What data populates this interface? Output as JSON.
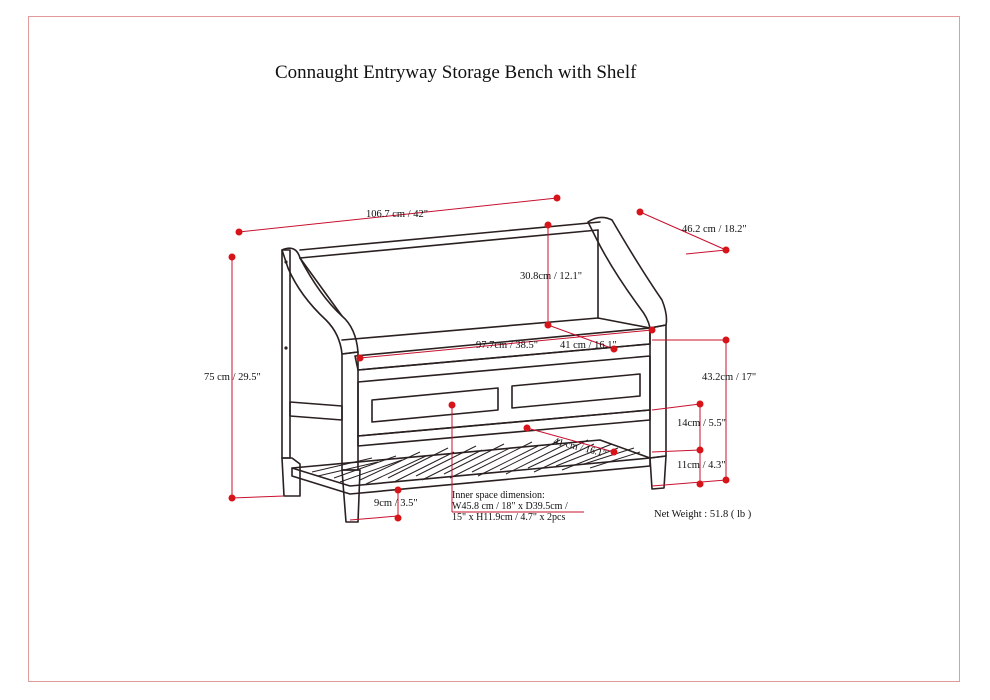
{
  "title": "Connaught Entryway Storage Bench with Shelf",
  "colors": {
    "frame": "#e29a9a",
    "dimension_line": "#c8102e",
    "dimension_dot": "#d7141a",
    "outline": "#2a2020"
  },
  "dimensions": {
    "overall_width": "106.7 cm / 42\"",
    "overall_depth": "46.2 cm / 18.2\"",
    "back_height": "30.8cm / 12.1\"",
    "overall_height": "75 cm / 29.5\"",
    "seat_width": "97.7cm / 38.5\"",
    "seat_depth": "41 cm / 16.1\"",
    "seat_height": "43.2cm / 17\"",
    "drawer_height": "14cm / 5.5\"",
    "shelf_clearance": "11cm / 4.3\"",
    "shelf_depth": "41 cm / 16.1\"",
    "leg_height": "9cm / 3.5\""
  },
  "inner_space": {
    "heading": "Inner space dimension:",
    "line1": "W45.8 cm / 18\" x D39.5cm /",
    "line2": "15\" x H11.9cm / 4.7\" x 2pcs"
  },
  "net_weight": "Net Weight : 51.8 ( lb )"
}
